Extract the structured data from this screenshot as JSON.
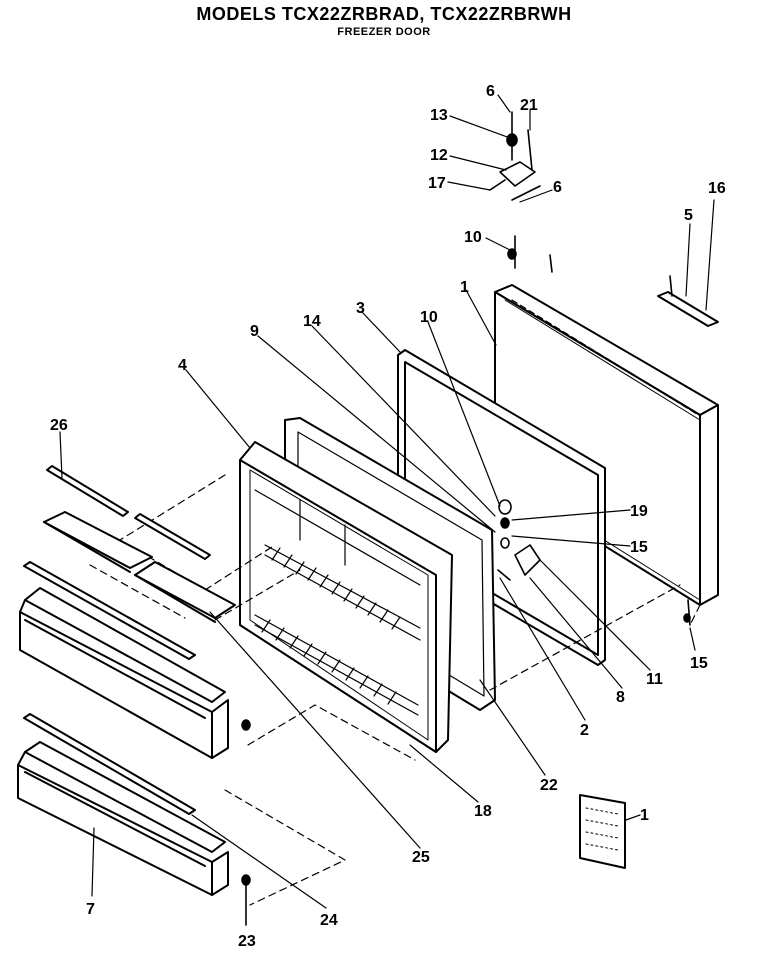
{
  "header": {
    "title": "MODELS TCX22ZRBRAD, TCX22ZRBRWH",
    "subtitle": "FREEZER DOOR"
  },
  "callouts": [
    {
      "id": "c-6a",
      "text": "6"
    },
    {
      "id": "c-21",
      "text": "21"
    },
    {
      "id": "c-13",
      "text": "13"
    },
    {
      "id": "c-12",
      "text": "12"
    },
    {
      "id": "c-17",
      "text": "17"
    },
    {
      "id": "c-6b",
      "text": "6"
    },
    {
      "id": "c-16",
      "text": "16"
    },
    {
      "id": "c-5",
      "text": "5"
    },
    {
      "id": "c-10a",
      "text": "10"
    },
    {
      "id": "c-1a",
      "text": "1"
    },
    {
      "id": "c-3",
      "text": "3"
    },
    {
      "id": "c-14",
      "text": "14"
    },
    {
      "id": "c-10b",
      "text": "10"
    },
    {
      "id": "c-9",
      "text": "9"
    },
    {
      "id": "c-4",
      "text": "4"
    },
    {
      "id": "c-26",
      "text": "26"
    },
    {
      "id": "c-19",
      "text": "19"
    },
    {
      "id": "c-15a",
      "text": "15"
    },
    {
      "id": "c-15b",
      "text": "15"
    },
    {
      "id": "c-11",
      "text": "11"
    },
    {
      "id": "c-8",
      "text": "8"
    },
    {
      "id": "c-2",
      "text": "2"
    },
    {
      "id": "c-22",
      "text": "22"
    },
    {
      "id": "c-18",
      "text": "18"
    },
    {
      "id": "c-1b",
      "text": "1"
    },
    {
      "id": "c-25",
      "text": "25"
    },
    {
      "id": "c-24",
      "text": "24"
    },
    {
      "id": "c-23",
      "text": "23"
    },
    {
      "id": "c-7",
      "text": "7"
    }
  ]
}
